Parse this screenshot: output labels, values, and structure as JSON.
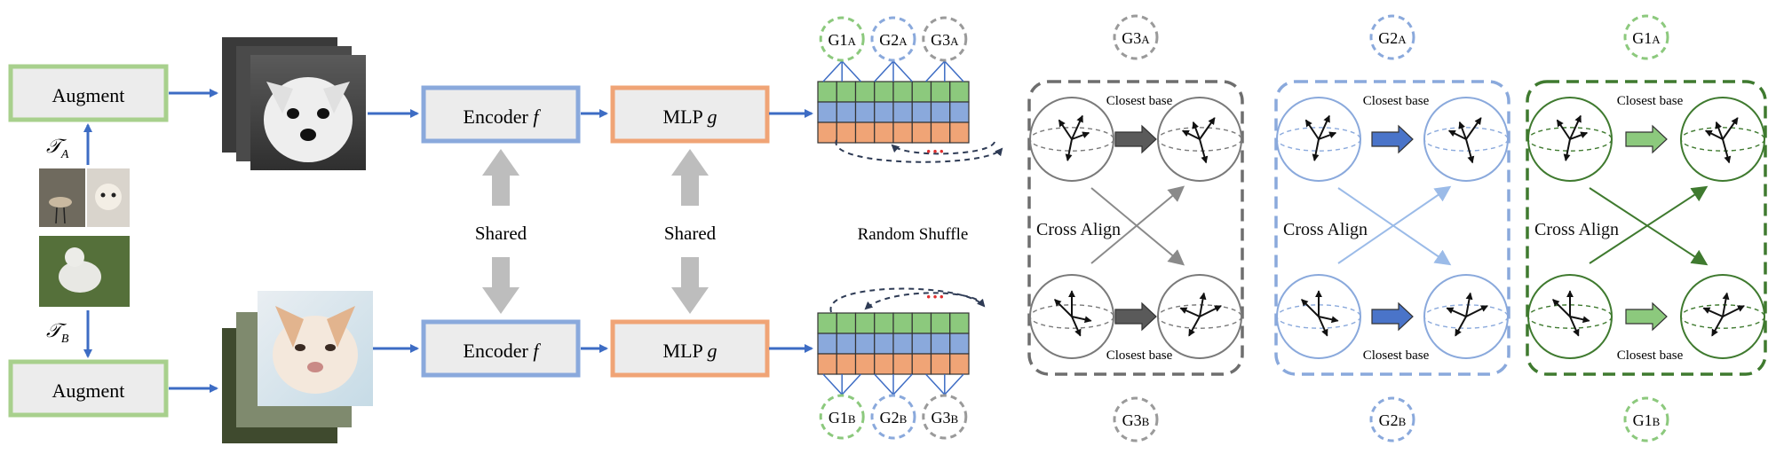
{
  "augment": {
    "top_label": "Augment",
    "bottom_label": "Augment",
    "t_a": "𝒯",
    "t_a_sub": "A",
    "t_b": "𝒯",
    "t_b_sub": "B"
  },
  "encoder": {
    "label": "Encoder",
    "symbol": "f"
  },
  "mlp": {
    "label": "MLP",
    "symbol": "g"
  },
  "shared_labels": {
    "encoder": "Shared",
    "mlp": "Shared"
  },
  "feature_grid": {
    "ellipsis": "···",
    "shuffle_label": "Random Shuffle",
    "row_colors": [
      "#8cc97d",
      "#8aa9dc",
      "#f0a476"
    ],
    "top_groups": [
      {
        "base": "G1",
        "sub": "A",
        "color": "#8cc97d"
      },
      {
        "base": "G2",
        "sub": "A",
        "color": "#8aa9dc"
      },
      {
        "base": "G3",
        "sub": "A",
        "color": "#9a9a9a"
      }
    ],
    "bottom_groups": [
      {
        "base": "G1",
        "sub": "B",
        "color": "#8cc97d"
      },
      {
        "base": "G2",
        "sub": "B",
        "color": "#8aa9dc"
      },
      {
        "base": "G3",
        "sub": "B",
        "color": "#9a9a9a"
      }
    ]
  },
  "panels": [
    {
      "top_group": {
        "base": "G3",
        "sub": "A"
      },
      "bottom_group": {
        "base": "G3",
        "sub": "B"
      },
      "closest_base_top": "Closest base",
      "closest_base_bottom": "Closest base",
      "cross_align": "Cross Align",
      "color": "#6e6e6e",
      "arrow_color": "#5a5a5a",
      "sphere_color": "#7a7a7a"
    },
    {
      "top_group": {
        "base": "G2",
        "sub": "A"
      },
      "bottom_group": {
        "base": "G2",
        "sub": "B"
      },
      "closest_base_top": "Closest base",
      "closest_base_bottom": "Closest base",
      "cross_align": "Cross Align",
      "color": "#8aa9dc",
      "arrow_color": "#4a74c9",
      "sphere_color": "#8aa9dc"
    },
    {
      "top_group": {
        "base": "G1",
        "sub": "A"
      },
      "bottom_group": {
        "base": "G1",
        "sub": "B"
      },
      "closest_base_top": "Closest base",
      "closest_base_bottom": "Closest base",
      "cross_align": "Cross Align",
      "color": "#3f7a2f",
      "arrow_color": "#8cc97d",
      "sphere_color": "#3f7a2f"
    }
  ],
  "colors": {
    "augment_border": "#a8d08d",
    "encoder_border": "#8aa9dc",
    "mlp_border": "#f0a476",
    "flow_arrow": "#3d6cc4",
    "shared_arrow": "#bdbdbd",
    "dashed_curve": "#2e3b55",
    "ellipsis": "#e03030"
  }
}
